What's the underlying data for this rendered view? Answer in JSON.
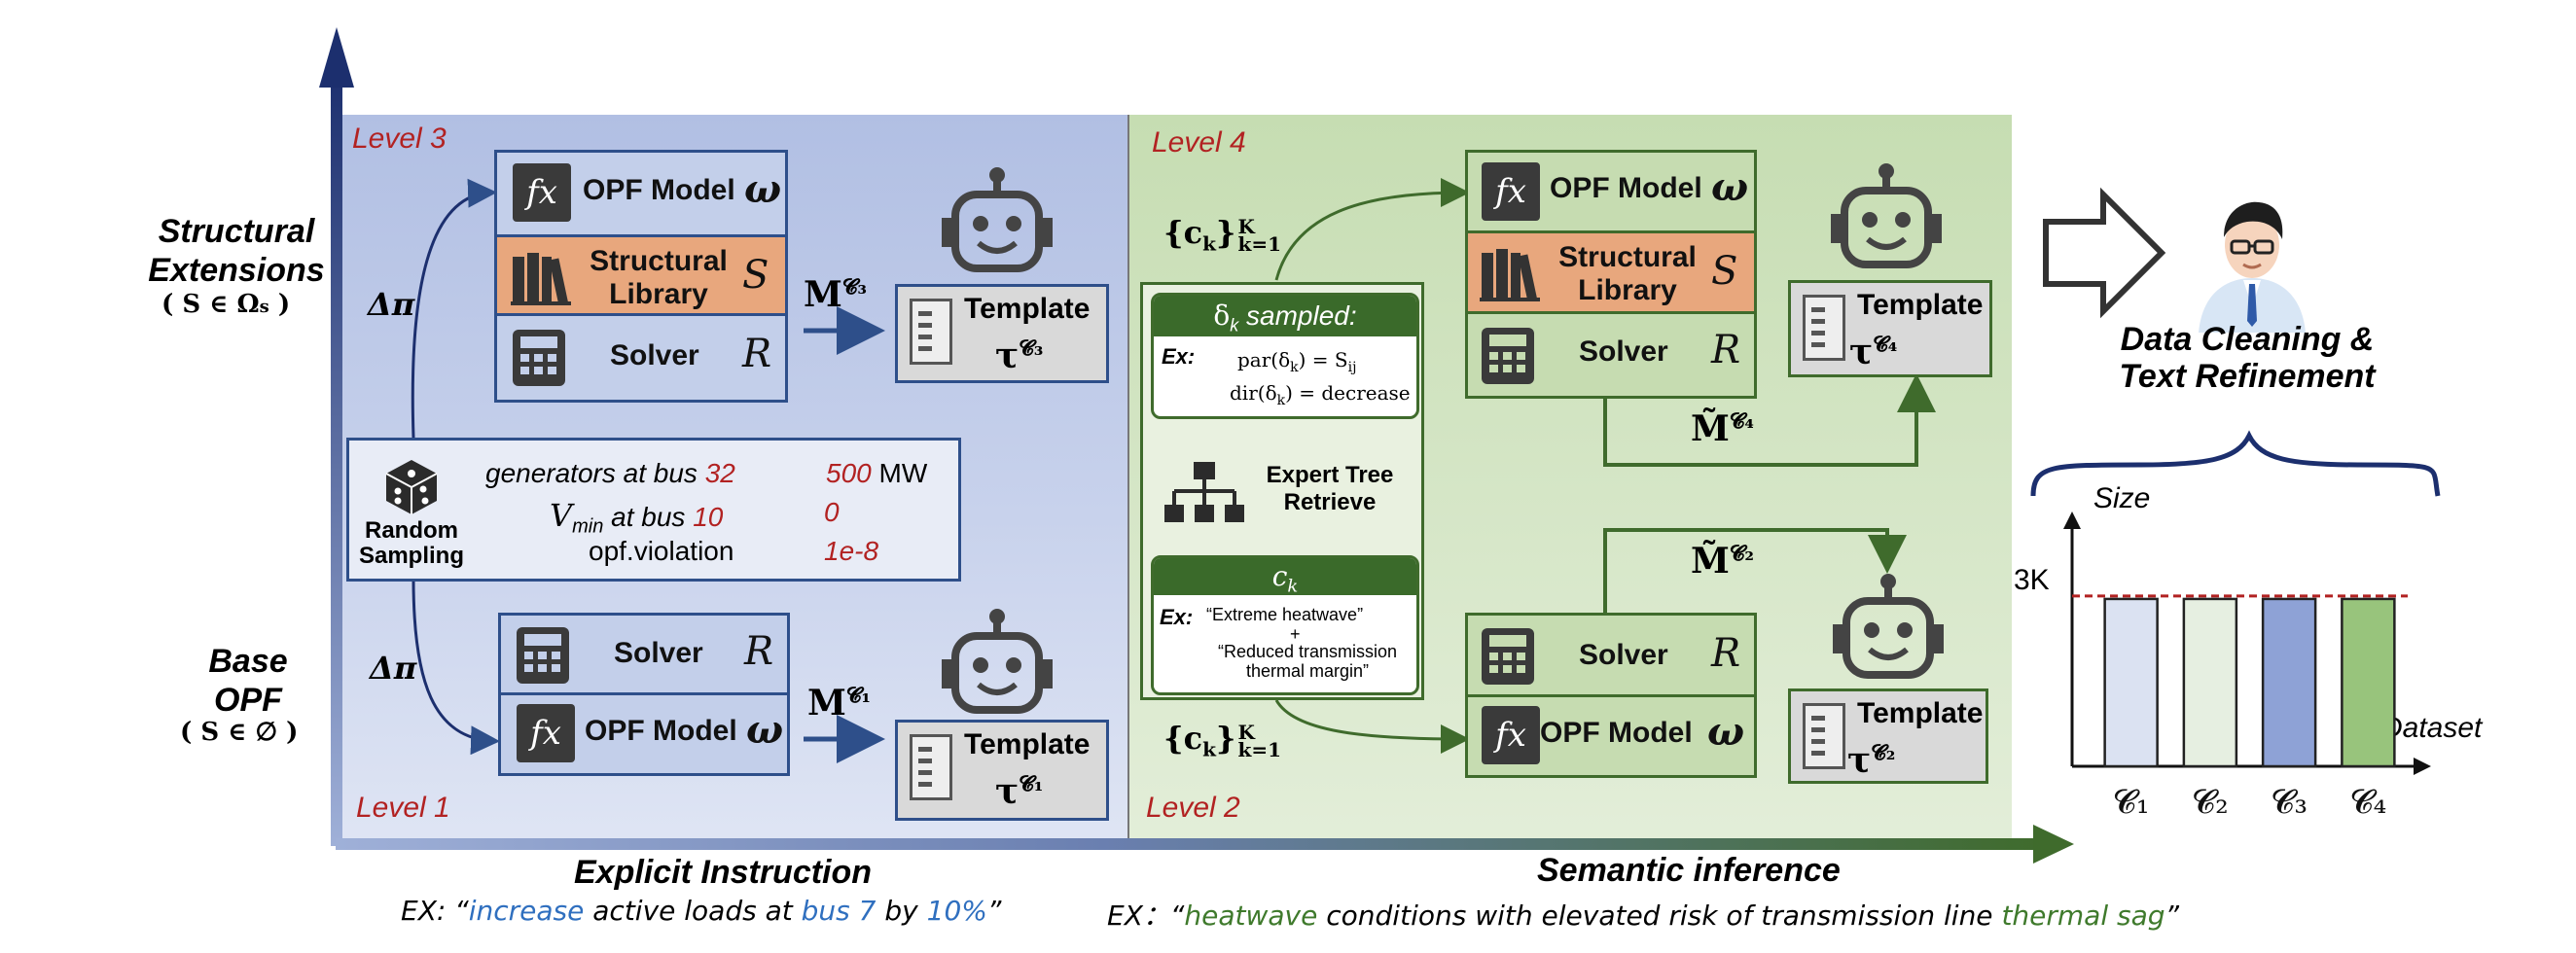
{
  "axis": {
    "top_label": "Structural Extensions",
    "top_sub": "( S ∈ Ω",
    "top_sub_s": "s",
    "top_sub_end": " )",
    "bottom_label": "Base OPF",
    "bottom_sub": "( S ∈ ∅  )",
    "x_left_title": "Explicit Instruction",
    "x_right_title": "Semantic inference"
  },
  "levels": {
    "l1": "Level 1",
    "l2": "Level 2",
    "l3": "Level 3",
    "l4": "Level 4"
  },
  "components": {
    "opf_model": "OPF Model",
    "opf_sym": "ω",
    "fx": "fx",
    "library": "Structural Library",
    "library_sym": "S",
    "solver": "Solver",
    "solver_sym": "R",
    "template": "Template",
    "tau": "τ"
  },
  "arrows": {
    "delta_pi": "Δπ",
    "m": "M",
    "m_tilde": "M̃",
    "c1": "𝓒₁",
    "c2": "𝓒₂",
    "c3": "𝓒₃",
    "c4": "𝓒₄",
    "ck_set": "{c",
    "ck_sub": "k",
    "ck_end": "}",
    "ck_sup": "K",
    "ck_sub2": "k=1"
  },
  "sampling": {
    "label": "Random Sampling",
    "line1_text": "generators at bus ",
    "line1_num": "32",
    "line1_val": "500",
    "line1_unit": " MW",
    "line2_text": "V",
    "line2_sub": "min",
    "line2_rest": " at bus ",
    "line2_num": "10",
    "line2_val": "0",
    "line3_text": "opf.violation",
    "line3_val": "1e-8"
  },
  "expert": {
    "head": "δ",
    "head_sub": "k",
    "head_rest": " sampled:",
    "ex": "Ex:",
    "eq1": "par(δ",
    "eq1b": "k",
    "eq1c": ") = S",
    "eq1d": "ij",
    "eq2": "dir(δ",
    "eq2b": "k",
    "eq2c": ") = decrease",
    "tree": "Expert Tree Retrieve",
    "ck_head": "c",
    "ck_head_sub": "k",
    "ck_ex1": "“Extreme heatwave”",
    "plus": "+",
    "ck_ex2": "“Reduced transmission thermal margin”"
  },
  "right": {
    "cleaning": "Data Cleaning & Text Refinement",
    "size": "Size",
    "dataset": "Dataset",
    "threshold": "3K"
  },
  "chart_data": {
    "type": "bar",
    "categories": [
      "𝓒₁",
      "𝓒₂",
      "𝓒₃",
      "𝓒₄"
    ],
    "values": [
      3,
      3,
      3,
      3
    ],
    "ylabel": "Size",
    "xlabel": "Dataset",
    "reference_line": 3,
    "reference_label": "3K",
    "colors": [
      "#dbe2f2",
      "#e6efe1",
      "#8ea2d6",
      "#98c47c"
    ]
  },
  "examples": {
    "left_prefix": "EX: “",
    "left_w1": "increase",
    "left_t1": " active loads at ",
    "left_w2": "bus 7",
    "left_t2": " by ",
    "left_w3": "10%",
    "left_end": "”",
    "right_prefix": "EX：“",
    "right_w1": "heatwave",
    "right_t1": " conditions with elevated risk of transmission line ",
    "right_w2": "thermal sag",
    "right_end": "”"
  },
  "colors": {
    "blue_panel": "#b9c6e6",
    "green_panel": "#cfe2be",
    "blue_border": "#2e4f8a",
    "green_border": "#3f6b2c",
    "orange": "#e8a77d",
    "red": "#b22222"
  }
}
